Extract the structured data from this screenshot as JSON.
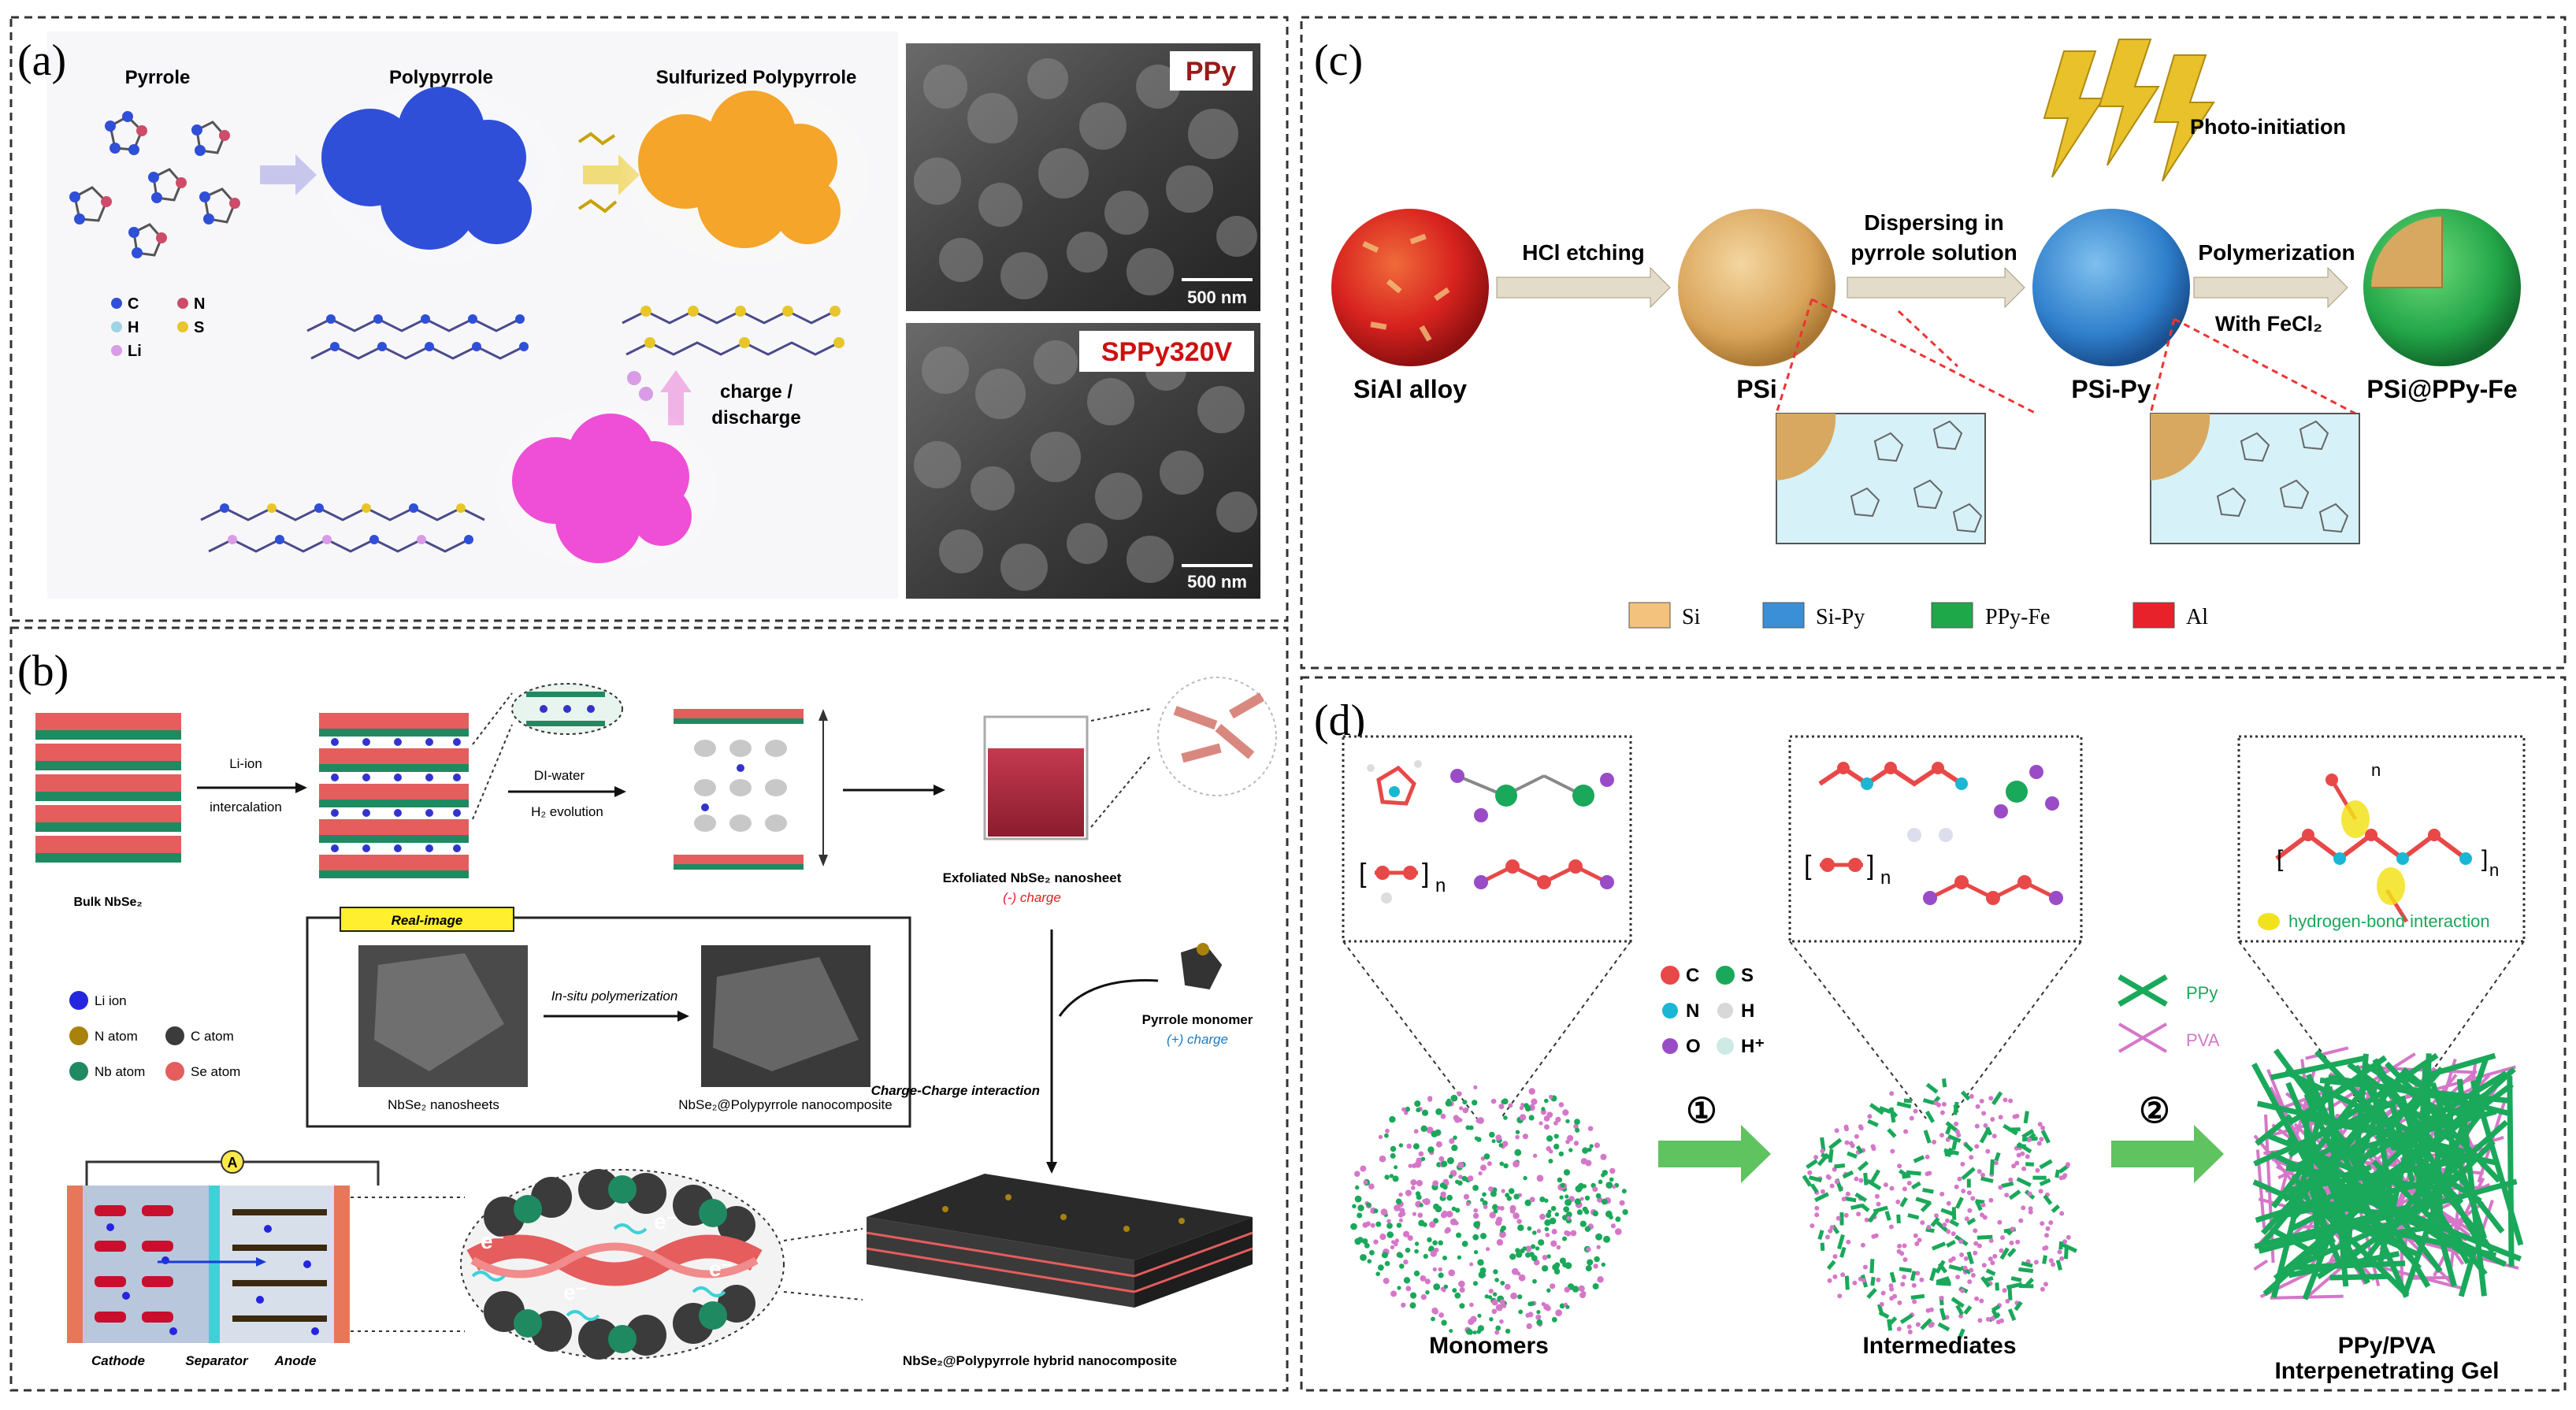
{
  "panels": {
    "a": {
      "letter": "(a)",
      "header_pyrrole": "Pyrrole",
      "header_polypyrrole": "Polypyrrole",
      "header_sulfurized": "Sulfurized Polypyrrole",
      "legend": {
        "c": "C",
        "n": "N",
        "h": "H",
        "s": "S",
        "li": "Li"
      },
      "charge_label_line1": "charge /",
      "charge_label_line2": "discharge",
      "sem_top_label": "PPy",
      "sem_bottom_label": "SPPy320V",
      "scale_bar_top": "500 nm",
      "scale_bar_bottom": "500 nm"
    },
    "b": {
      "letter": "(b)",
      "bulk_label": "Bulk NbSe₂",
      "intercalation_line1": "Li-ion",
      "intercalation_line2": "intercalation",
      "diwater_label": "DI-water",
      "h2_label": "H₂ evolution",
      "exfoliated_label": "Exfoliated NbSe₂ nanosheet",
      "neg_charge_label": "(-) charge",
      "legend": {
        "li_ion": "Li ion",
        "n_atom": "N atom",
        "c_atom": "C atom",
        "nb_atom": "Nb atom",
        "se_atom": "Se atom"
      },
      "real_image_tag": "Real-image",
      "insitu_label": "In-situ polymerization",
      "nanosheets_label": "NbSe₂ nanosheets",
      "nanocomposite_label": "NbSe₂@Polypyrrole nanocomposite",
      "pyrrole_monomer_label": "Pyrrole monomer",
      "pos_charge_label": "(+) charge",
      "charge_interaction_label": "Charge-Charge interaction",
      "cathode_label": "Cathode",
      "separator_label": "Separator",
      "anode_label": "Anode",
      "ammeter_label": "A",
      "hybrid_label": "NbSe₂@Polypyrrole hybrid nanocomposite",
      "electron_label": "e⁻"
    },
    "c": {
      "letter": "(c)",
      "photo_initiation": "Photo-initiation",
      "hcl_etching": "HCl etching",
      "dispersing_line1": "Dispersing in",
      "dispersing_line2": "pyrrole solution",
      "polymerization": "Polymerization",
      "with_fecl2": "With FeCl₂",
      "sial_label": "SiAl alloy",
      "psi_label": "PSi",
      "psipy_label": "PSi-Py",
      "psippyfe_label": "PSi@PPy-Fe",
      "legend": {
        "si": "Si",
        "sipy": "Si-Py",
        "ppyfe": "PPy-Fe",
        "al": "Al"
      }
    },
    "d": {
      "letter": "(d)",
      "monomers_label": "Monomers",
      "intermediates_label": "Intermediates",
      "gel_line1": "PPy/PVA",
      "gel_line2": "Interpenetrating Gel",
      "legend": {
        "c": "C",
        "s": "S",
        "n": "N",
        "h": "H",
        "o": "O",
        "hplus": "H⁺"
      },
      "step1": "①",
      "step2": "②",
      "ppy_label": "PPy",
      "pva_label": "PVA",
      "hbond_label": "hydrogen-bond interaction",
      "n_sub": "n"
    }
  },
  "colors": {
    "frame": "#333333",
    "pyrrole_blue": "#2f4fd8",
    "sulfurized_orange": "#f4a52a",
    "lithiated_pink": "#ee4fd6",
    "sem_label_red": "#cc1111",
    "sem_label_darkred": "#9a1a1a",
    "si_tan": "#f3c27c",
    "sipy_blue": "#3b8fd6",
    "ppyfe_green": "#1fa84a",
    "al_red": "#e8222a",
    "ppy_green": "#1aa85a",
    "pva_pink": "#d577c9",
    "arrow_green": "#5fc35f",
    "bolt_yellow": "#e8c12b",
    "hbond_yellow": "#f2e21b",
    "nbse2_red": "#e55d5d",
    "nbse2_green": "#1f8a62"
  }
}
